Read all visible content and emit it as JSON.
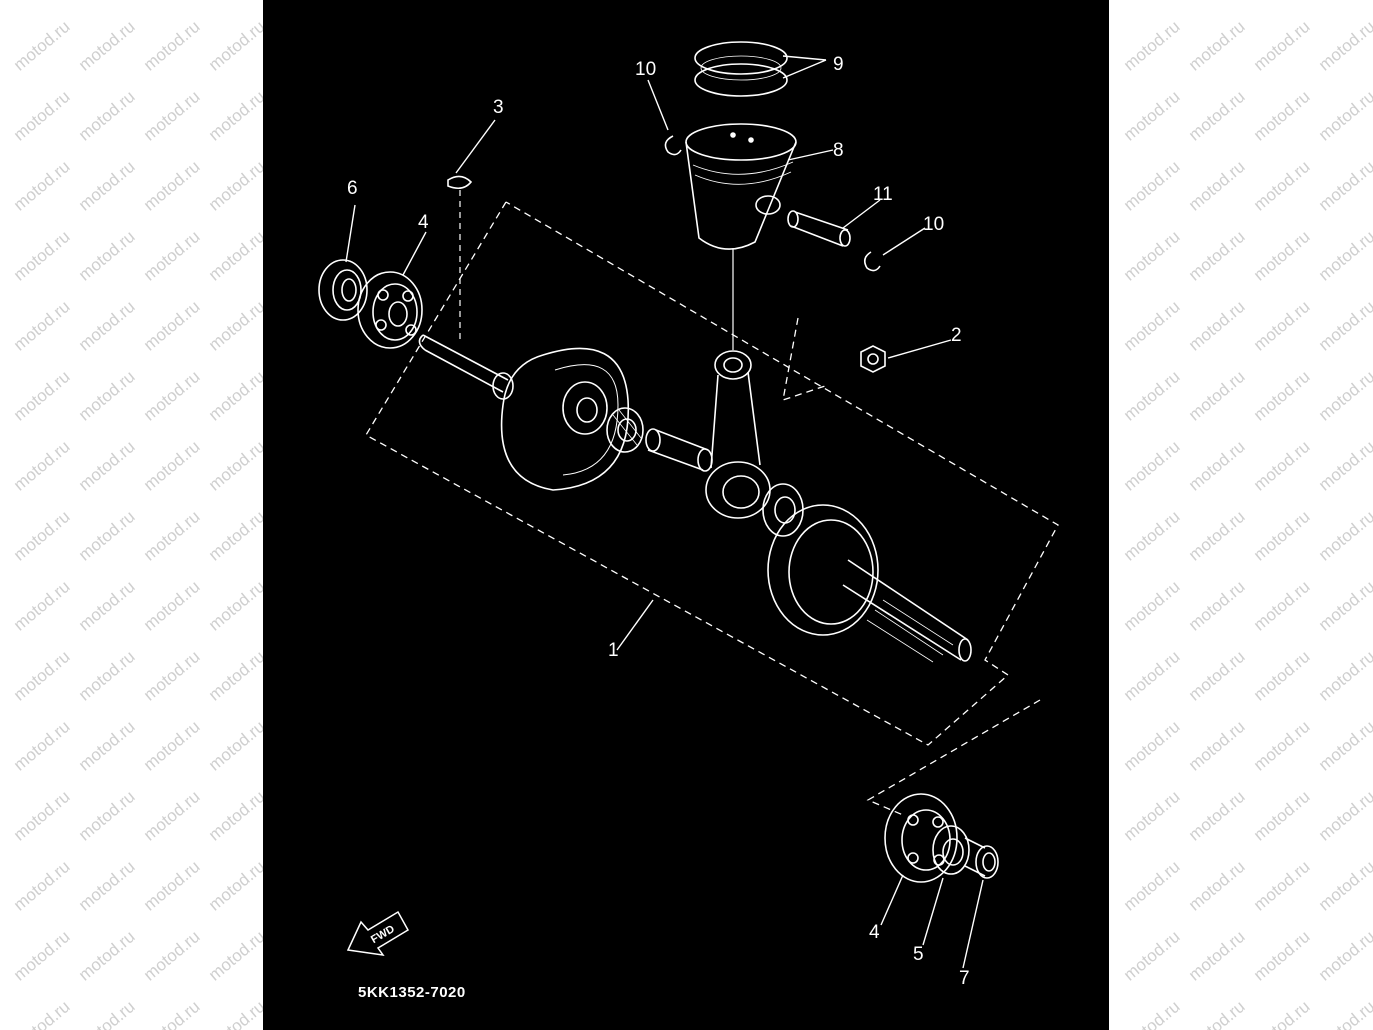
{
  "watermark": "motod.ru",
  "diagram_code": "5KK1352-7020",
  "fwd_label": "FWD",
  "callouts": {
    "c1": "1",
    "c2": "2",
    "c3": "3",
    "c4_upper": "4",
    "c4_lower": "4",
    "c5": "5",
    "c6": "6",
    "c7": "7",
    "c8": "8",
    "c9": "9",
    "c10_upper": "10",
    "c10_right": "10",
    "c11": "11"
  },
  "colors": {
    "background": "#000000",
    "lines": "#ffffff",
    "watermark": "#cfcfcf"
  }
}
